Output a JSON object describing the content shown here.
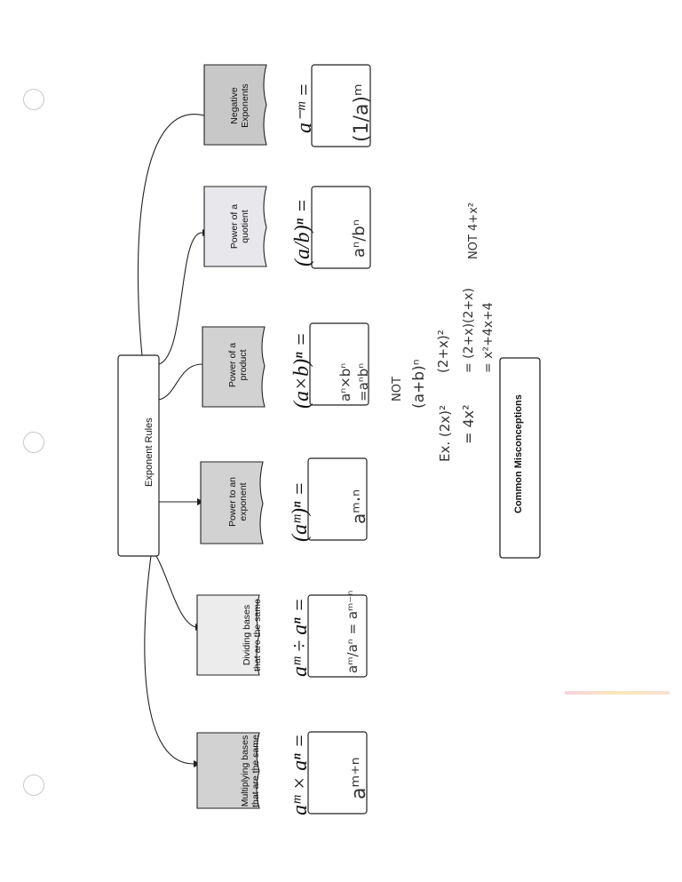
{
  "root": {
    "label": "Exponent Rules"
  },
  "rules": [
    {
      "title_line1": "Multiplying bases",
      "title_line2": "that are the same",
      "formula": "aᵐ × aⁿ =",
      "answer": "aᵐ⁺ⁿ",
      "shaded": true
    },
    {
      "title_line1": "Dividing bases",
      "title_line2": "that are the same",
      "formula": "aᵐ ÷ aⁿ =",
      "answer": "aᵐ/aⁿ = aᵐ⁻ⁿ",
      "shaded": false
    },
    {
      "title_line1": "Power to an",
      "title_line2": "exponent",
      "formula": "(aᵐ)ⁿ =",
      "answer": "aᵐ·ⁿ",
      "shaded": true
    },
    {
      "title_line1": "Power of a",
      "title_line2": "product",
      "formula": "(a×b)ⁿ =",
      "answer": "aⁿ×bⁿ",
      "answer2": "=aⁿbⁿ",
      "shaded": true
    },
    {
      "title_line1": "Power of a",
      "title_line2": "quotient",
      "formula": "(a/b)ⁿ =",
      "answer": "aⁿ/bⁿ",
      "shaded": false
    },
    {
      "title_line1": "Negative",
      "title_line2": "Exponents",
      "formula": "a⁻ᵐ =",
      "answer": "(1/a)ᵐ",
      "shaded": true
    }
  ],
  "misconceptions": {
    "label": "Common Misconceptions",
    "lines": [
      "NOT",
      "(a+b)ⁿ",
      "Ex. (2x)²",
      "= 4x²",
      "(2+x)²",
      "= (2+x)(2+x)",
      "= x²+4x+4",
      "NOT  4+x²"
    ]
  },
  "colors": {
    "shaded_box": "#d2d2d2",
    "light_box": "#e8e8ec",
    "ink": "#111111",
    "highlight": "#f8e2a8"
  }
}
